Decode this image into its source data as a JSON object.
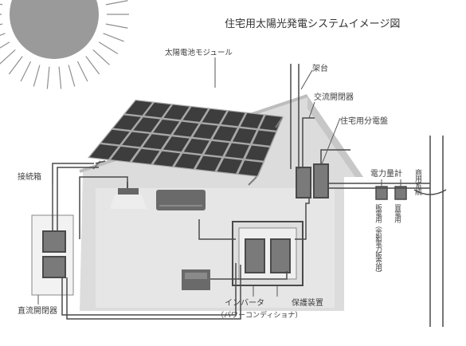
{
  "title": "住宅用太陽光発電システムイメージ図",
  "labels": {
    "module": "太陽電池モジュール",
    "mount": "架台",
    "ac_switch": "交流開閉器",
    "panelboard": "住宅用分電盤",
    "meter": "電力量計",
    "buy_meter": "買電用",
    "sell_meter": "販電用（余剰電力販売用）",
    "grid": "商用系統",
    "junction_box": "接続箱",
    "dc_switch": "直流開閉器",
    "inverter": "インバータ",
    "pcs": "（パワーコンディショナ）",
    "protection": "保護装置"
  },
  "colors": {
    "panel_cell": "#3d3d3d",
    "panel_frame": "#a8a8a8",
    "house": "#dcdcdc",
    "wall": "#e6e6e6",
    "wire": "#4a4a4a",
    "sun": "#999999"
  }
}
